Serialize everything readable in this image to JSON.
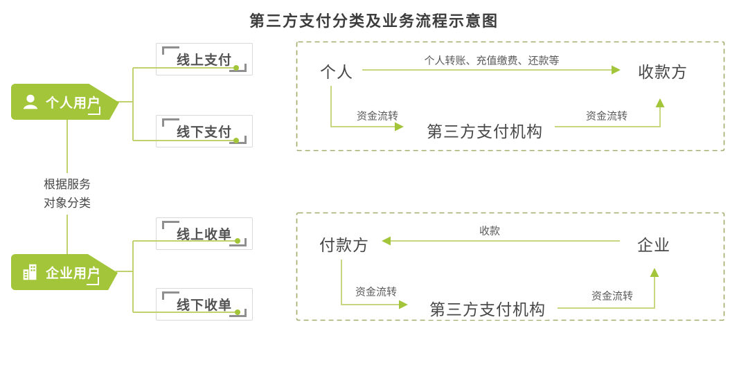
{
  "title": "第三方支付分类及业务流程示意图",
  "colors": {
    "accent_green": "#a3c53a",
    "connector_green": "#c0d26e",
    "dashed_border_green": "#a3aa6a",
    "box_border_gray": "#d8d8d8",
    "corner_bracket_gray": "#8f8f8f",
    "text_dark": "#3c3c3c"
  },
  "classification": {
    "criterion_line1": "根据服务",
    "criterion_line2": "对象分类",
    "groups": [
      {
        "label": "个人用户",
        "icon": "person-icon",
        "children": [
          "线上支付",
          "线下支付"
        ]
      },
      {
        "label": "企业用户",
        "icon": "building-icon",
        "children": [
          "线上收单",
          "线下收单"
        ]
      }
    ]
  },
  "flows": [
    {
      "left_node": "个人",
      "right_node": "收款方",
      "middle_node": "第三方支付机构",
      "top_arrow_label": "个人转账、充值缴费、还款等",
      "left_route_label": "资金流转",
      "right_route_label": "资金流转"
    },
    {
      "left_node": "付款方",
      "right_node": "企业",
      "middle_node": "第三方支付机构",
      "top_arrow_label": "收款",
      "left_route_label": "资金流转",
      "right_route_label": "资金流转"
    }
  ]
}
